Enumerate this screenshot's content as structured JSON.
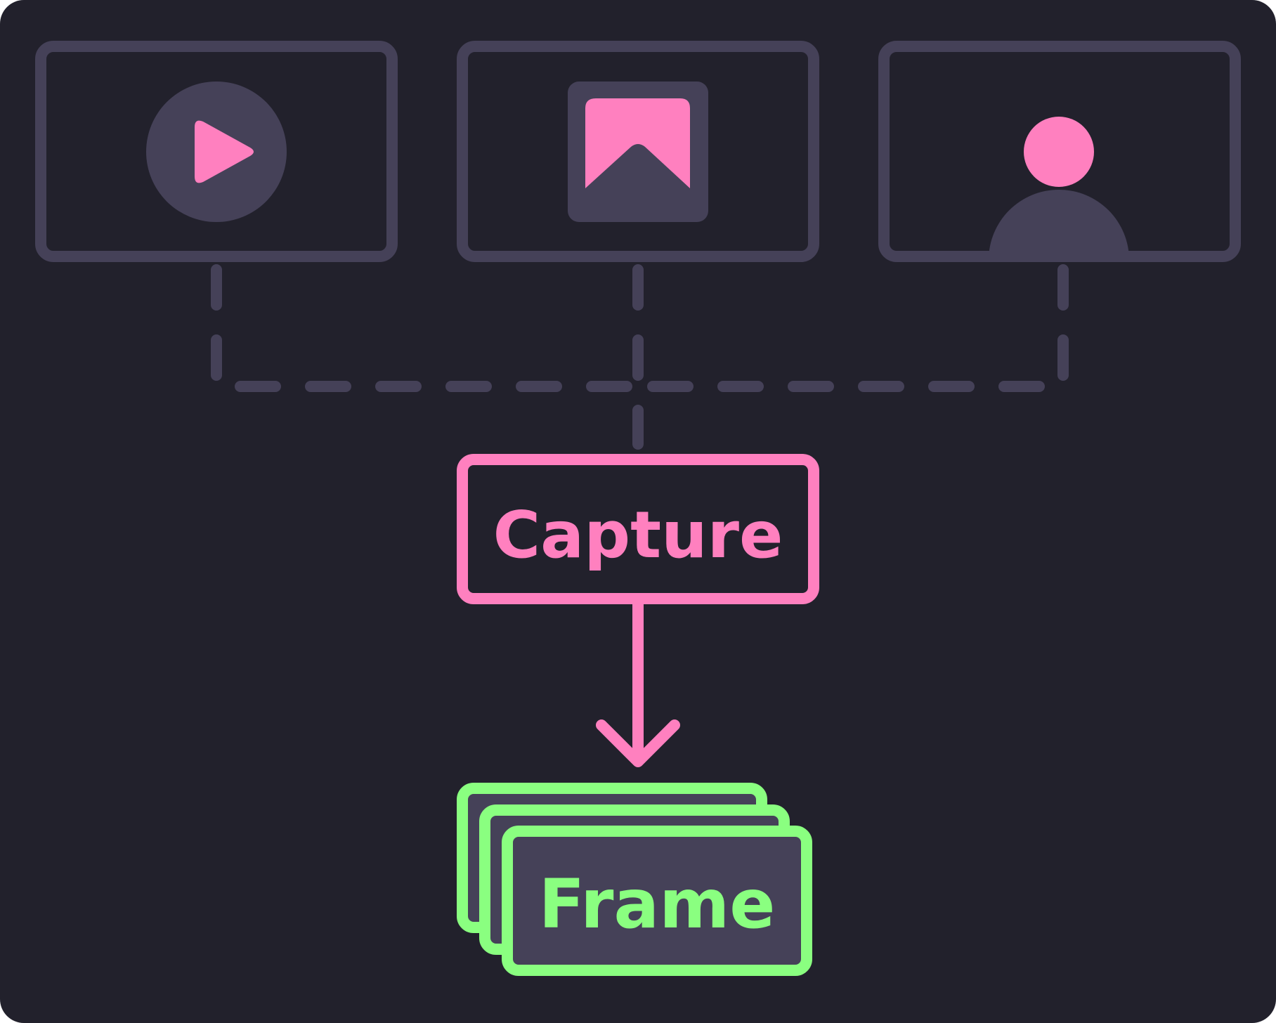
{
  "colors": {
    "background": "#22212c",
    "panel_stroke": "#454158",
    "accent_pink": "#ff80bf",
    "accent_green": "#8aff80",
    "frame_fill": "#454158"
  },
  "sources": [
    {
      "name": "video-source",
      "icon": "play-icon"
    },
    {
      "name": "image-source",
      "icon": "image-icon"
    },
    {
      "name": "camera-source",
      "icon": "person-icon"
    }
  ],
  "capture": {
    "label": "Capture"
  },
  "output": {
    "label": "Frame",
    "icon": "stacked-frames-icon"
  }
}
